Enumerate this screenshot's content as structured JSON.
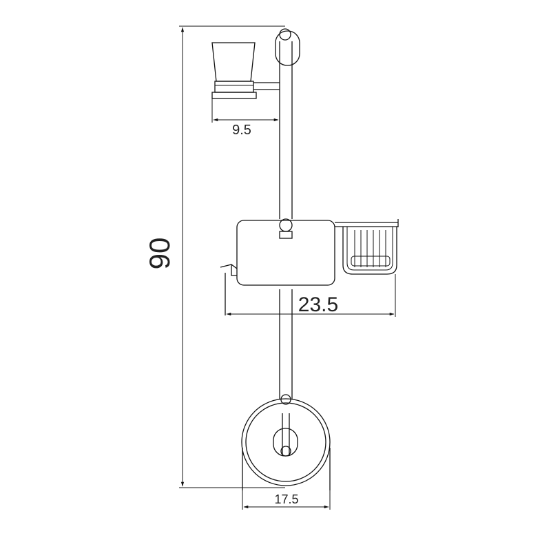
{
  "dimensions": {
    "overall_height": "90",
    "tumbler_width": "9.5",
    "shelf_width": "23.5",
    "ring_width": "17.5"
  },
  "colors": {
    "line": "#111111",
    "background": "#ffffff"
  }
}
